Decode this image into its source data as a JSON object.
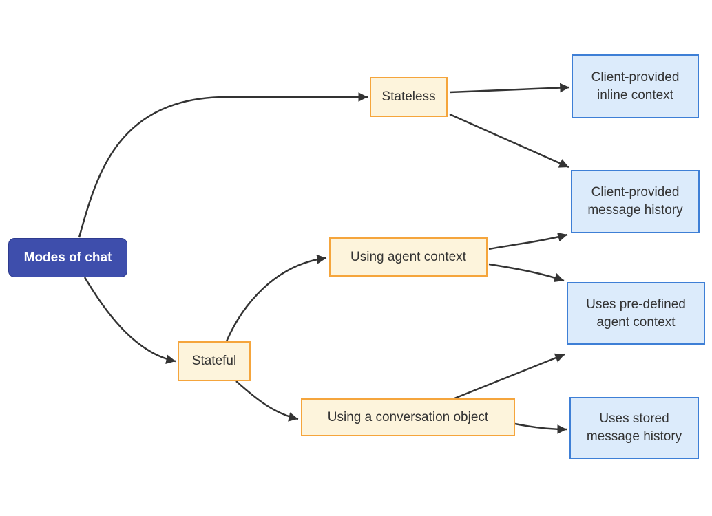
{
  "diagram": {
    "type": "flowchart",
    "direction": "left-to-right",
    "nodes": [
      {
        "id": "modes-of-chat",
        "label": "Modes of chat",
        "style": "root-blue"
      },
      {
        "id": "stateless",
        "label": "Stateless",
        "style": "yellow"
      },
      {
        "id": "stateful",
        "label": "Stateful",
        "style": "yellow"
      },
      {
        "id": "using-agent-context",
        "label": "Using agent context",
        "style": "yellow"
      },
      {
        "id": "using-a-conversation-object",
        "label": "Using a conversation object",
        "style": "yellow"
      },
      {
        "id": "client-provided-inline-context",
        "label": "Client-provided inline context",
        "style": "blue"
      },
      {
        "id": "client-provided-message-history",
        "label": "Client-provided message history",
        "style": "blue"
      },
      {
        "id": "uses-pre-defined-agent-context",
        "label": "Uses pre-defined agent context",
        "style": "blue"
      },
      {
        "id": "uses-stored-message-history",
        "label": "Uses stored message history",
        "style": "blue"
      }
    ],
    "edges": [
      {
        "from": "modes-of-chat",
        "to": "stateless"
      },
      {
        "from": "modes-of-chat",
        "to": "stateful"
      },
      {
        "from": "stateless",
        "to": "client-provided-inline-context"
      },
      {
        "from": "stateless",
        "to": "client-provided-message-history"
      },
      {
        "from": "stateful",
        "to": "using-agent-context"
      },
      {
        "from": "stateful",
        "to": "using-a-conversation-object"
      },
      {
        "from": "using-agent-context",
        "to": "client-provided-message-history"
      },
      {
        "from": "using-agent-context",
        "to": "uses-pre-defined-agent-context"
      },
      {
        "from": "using-a-conversation-object",
        "to": "uses-pre-defined-agent-context"
      },
      {
        "from": "using-a-conversation-object",
        "to": "uses-stored-message-history"
      }
    ],
    "colors": {
      "root_fill": "#3E4EAC",
      "root_text": "#ffffff",
      "yellow_fill": "#FDF4DC",
      "yellow_border": "#F5A53C",
      "blue_fill": "#DCEBFB",
      "blue_border": "#3E7FD6",
      "edge": "#333333",
      "node_text": "#333333",
      "background": "#ffffff"
    }
  }
}
